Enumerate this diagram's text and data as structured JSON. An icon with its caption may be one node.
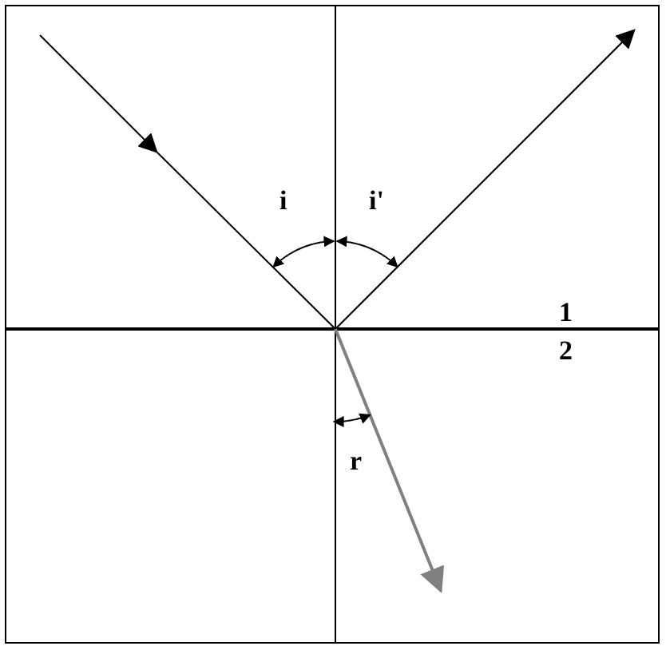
{
  "diagram": {
    "labels": [
      "i",
      "i'",
      "1",
      "2",
      "r"
    ]
  }
}
